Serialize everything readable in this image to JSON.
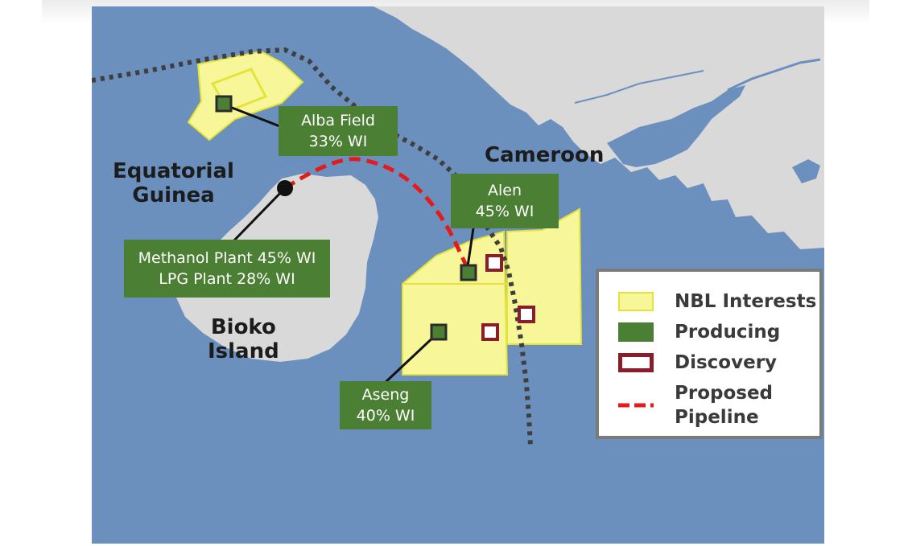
{
  "labels": {
    "equatorial_guinea": [
      "Equatorial",
      "Guinea"
    ],
    "cameroon": "Cameroon",
    "bioko_island": [
      "Bioko",
      "Island"
    ]
  },
  "boxes": {
    "alba": [
      "Alba Field",
      "33% WI"
    ],
    "alen": [
      "Alen",
      "45% WI"
    ],
    "plants": [
      "Methanol Plant  45% WI",
      "LPG Plant  28% WI"
    ],
    "aseng": [
      "Aseng",
      "40% WI"
    ]
  },
  "legend": {
    "nbl_interests": "NBL Interests",
    "producing": "Producing",
    "discovery": "Discovery",
    "proposed_pipeline": [
      "Proposed",
      "Pipeline"
    ]
  },
  "colors": {
    "ocean": "#6c90bd",
    "land": "#d9d9d9",
    "interest_fill": "#f7f79a",
    "producing": "#4b7f34",
    "discovery": "#8b1c2a",
    "pipeline": "#e31b1b",
    "boundary": "#3f3f3f"
  }
}
